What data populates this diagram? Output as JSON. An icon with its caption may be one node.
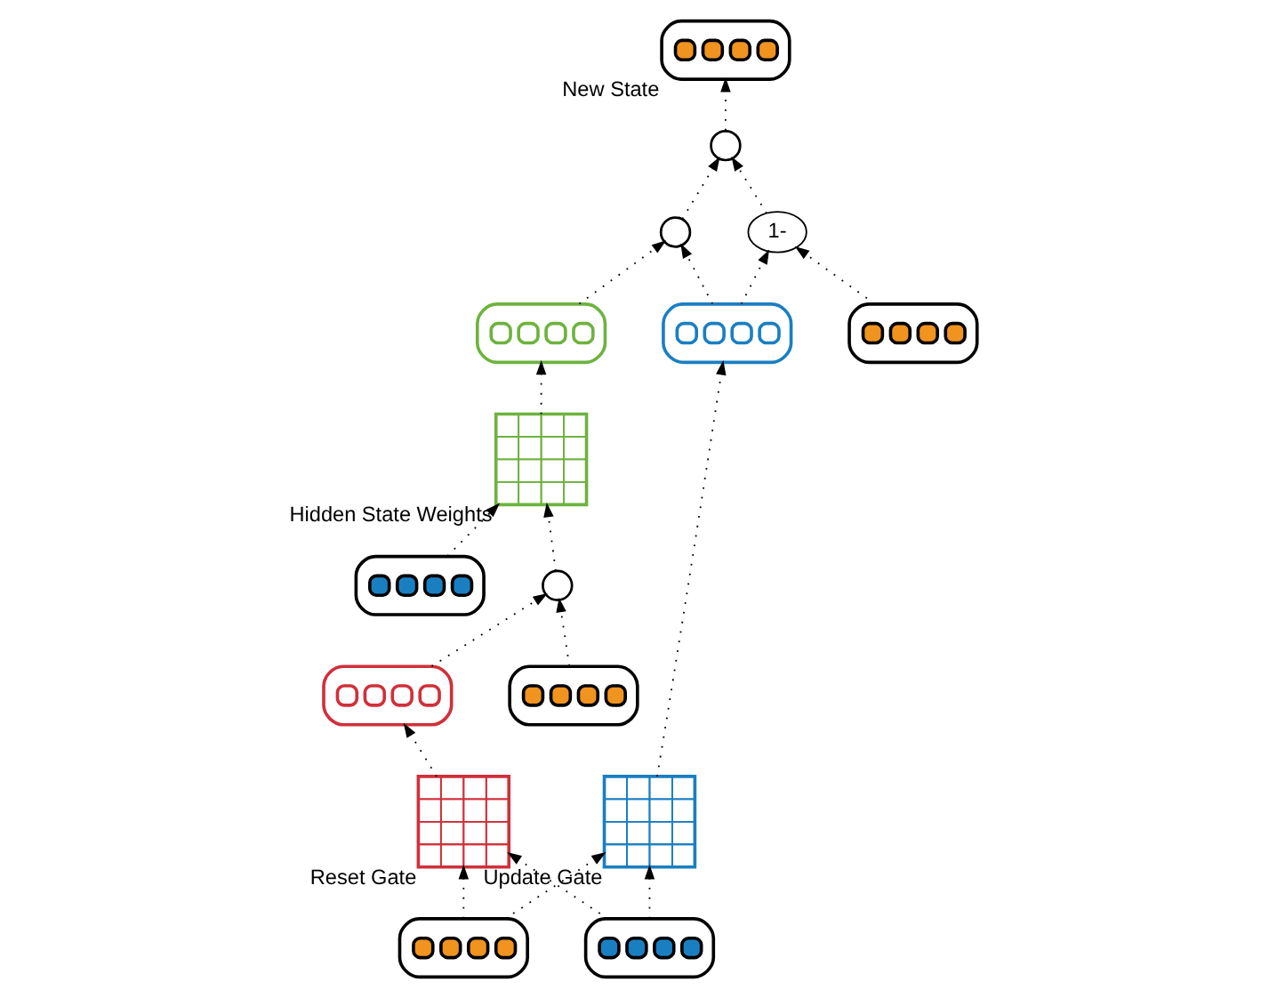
{
  "diagram": {
    "nodes": [
      {
        "text": [],
        "shape": "box",
        "beside": [
          "New State"
        ]
      },
      {
        "text": [],
        "shape": "box",
        "beside": [
          "Hidden State Weights"
        ]
      },
      {
        "text": [],
        "shape": "box"
      },
      {
        "text": [],
        "shape": "circle"
      },
      {
        "text": [],
        "shape": "circle"
      },
      {
        "text": [],
        "shape": "circle"
      },
      {
        "text": [],
        "shape": "box"
      },
      {
        "text": [],
        "shape": "box"
      },
      {
        "text": [],
        "shape": "box"
      },
      {
        "text": [],
        "shape": "box"
      },
      {
        "text": [
          "1-"
        ]
      },
      {
        "text": [],
        "shape": "box"
      },
      {
        "text": [],
        "shape": "box",
        "beside": [
          "Reset Gate"
        ]
      },
      {
        "text": [],
        "shape": "box",
        "beside": [
          "Update Gate"
        ]
      },
      {
        "text": [],
        "shape": "box"
      },
      {
        "text": [],
        "shape": "box"
      }
    ],
    "edges": [
      {
        "from": 14,
        "to": 12,
        "arrow": "to"
      },
      {
        "from": 14,
        "to": 13,
        "arrow": "to"
      },
      {
        "from": 15,
        "to": 12,
        "arrow": "to"
      },
      {
        "from": 15,
        "to": 13,
        "arrow": "to"
      },
      {
        "from": 12,
        "to": 8,
        "arrow": "to"
      },
      {
        "from": 13,
        "to": 9,
        "arrow": "to"
      },
      {
        "from": 7,
        "to": 5,
        "arrow": "to"
      },
      {
        "from": 8,
        "to": 5,
        "arrow": "to"
      },
      {
        "from": 5,
        "to": 1,
        "arrow": "to"
      },
      {
        "from": 6,
        "to": 1,
        "arrow": "to"
      },
      {
        "from": 1,
        "to": 2,
        "arrow": "to"
      },
      {
        "from": 2,
        "to": 4,
        "arrow": "to"
      },
      {
        "from": 9,
        "to": 4,
        "arrow": "to"
      },
      {
        "from": 9,
        "to": 10,
        "arrow": "to"
      },
      {
        "from": 11,
        "to": 10,
        "arrow": "to"
      },
      {
        "from": 4,
        "to": 3,
        "arrow": "to"
      },
      {
        "from": 10,
        "to": 3,
        "arrow": "to"
      },
      {
        "from": 3,
        "to": 0,
        "arrow": "to"
      }
    ]
  }
}
